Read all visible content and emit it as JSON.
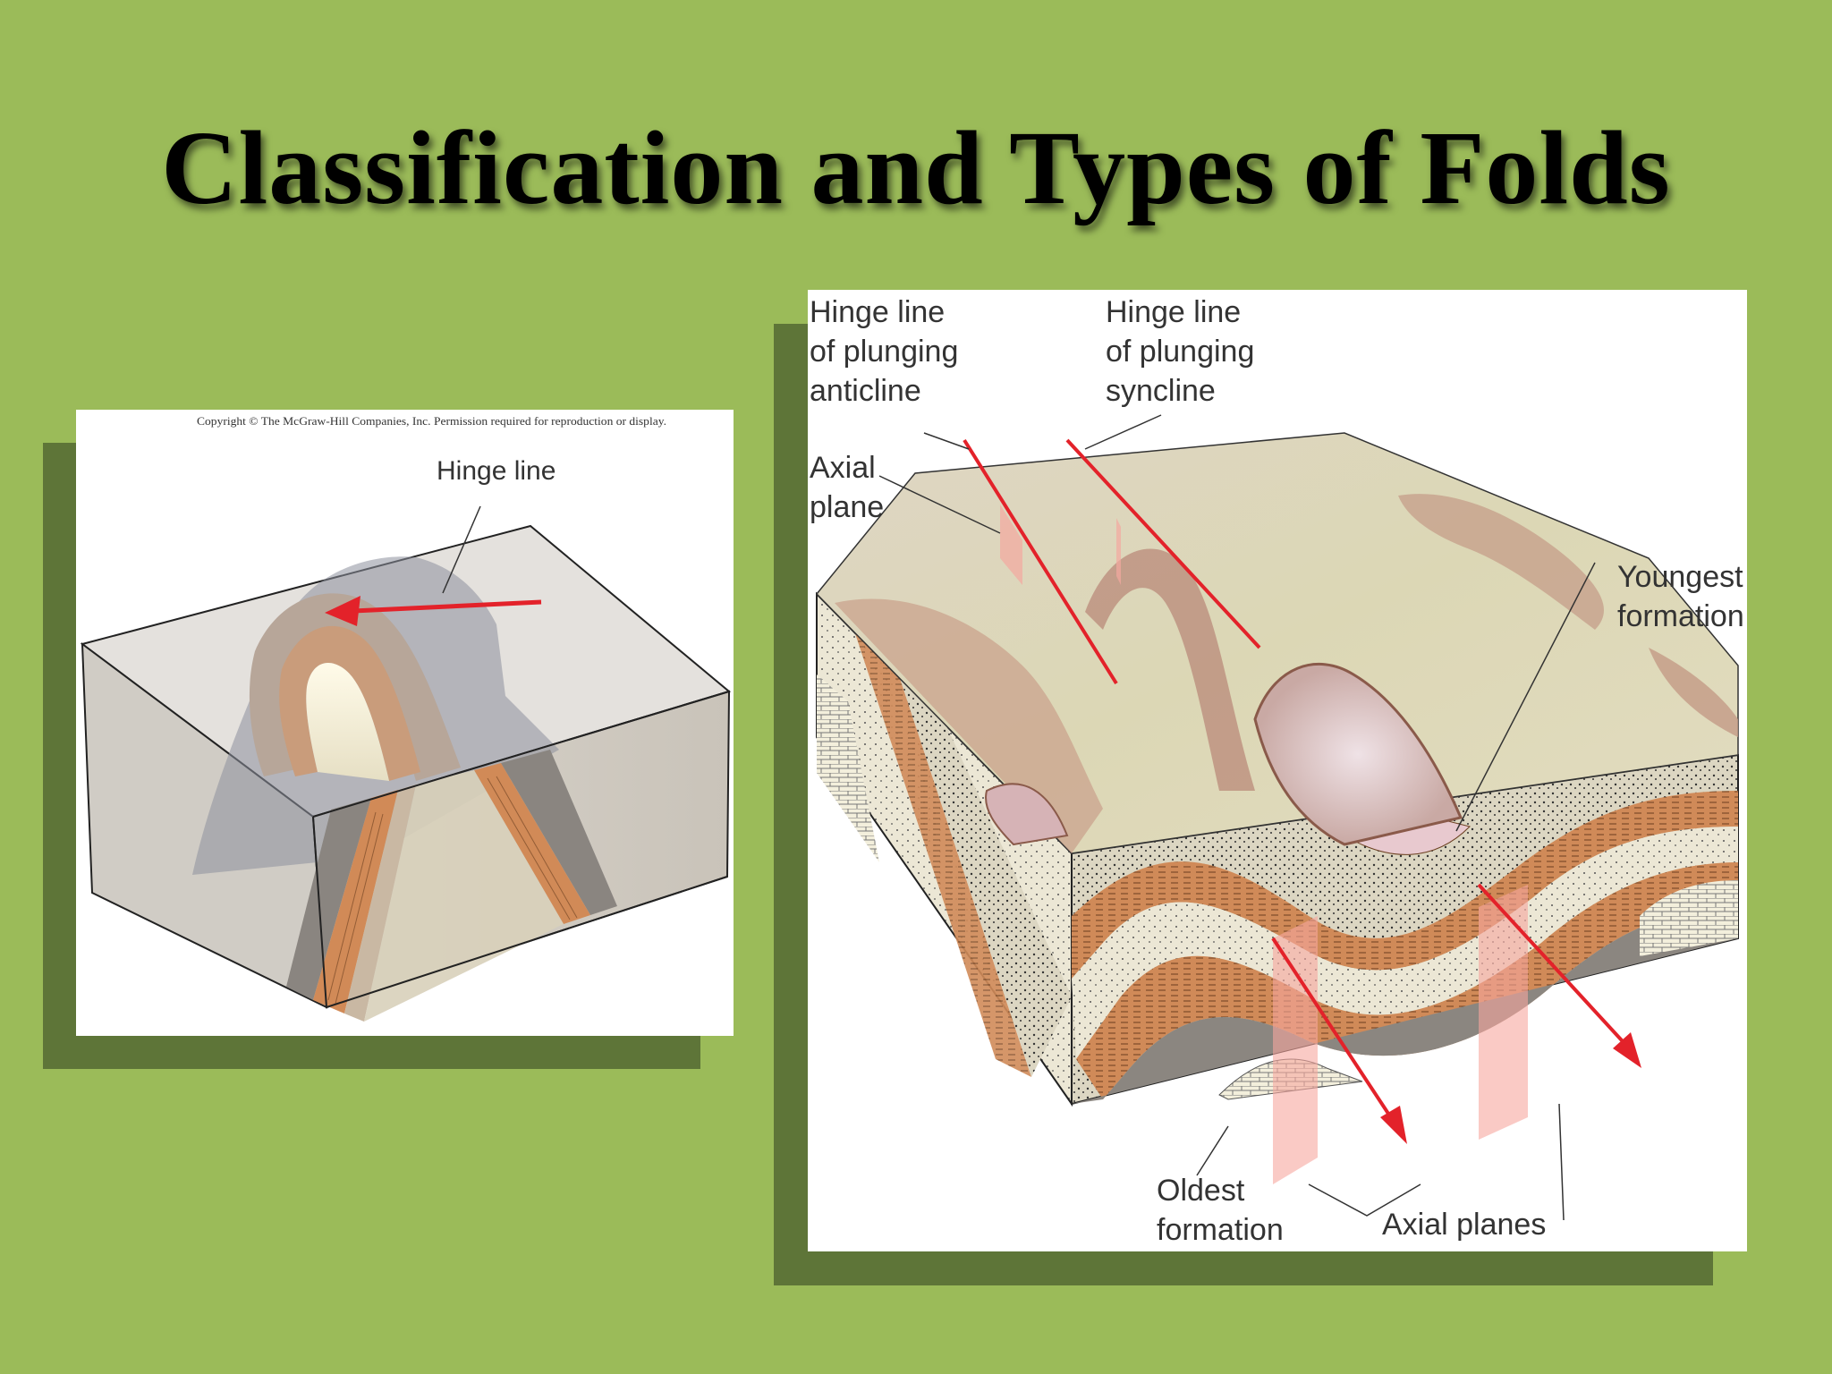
{
  "title": "Classification and Types of Folds",
  "left_figure": {
    "copyright": "Copyright © The McGraw-Hill Companies, Inc. Permission required for reproduction or display.",
    "hinge_label": "Hinge line"
  },
  "right_figure": {
    "anticline_label": [
      "Hinge line",
      "of plunging",
      "anticline"
    ],
    "syncline_label": [
      "Hinge line",
      "of plunging",
      "syncline"
    ],
    "axial_plane_label": [
      "Axial",
      "plane"
    ],
    "youngest_label": [
      "Youngest",
      "formation"
    ],
    "oldest_label": [
      "Oldest",
      "formation"
    ],
    "axial_planes_label": "Axial planes"
  },
  "colors": {
    "background": "#9bbb59",
    "shadow": "#5e7538",
    "arrow": "#e3222a"
  }
}
